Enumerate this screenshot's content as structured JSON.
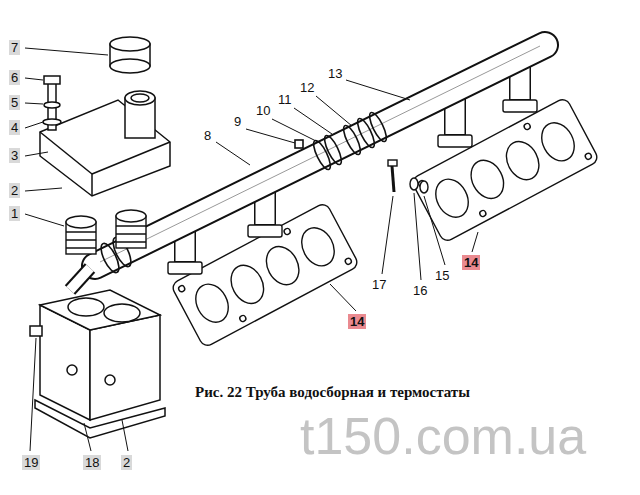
{
  "diagram": {
    "caption": "Рис. 22 Труба водосборная и термостаты",
    "labels": [
      "7",
      "6",
      "5",
      "4",
      "3",
      "2",
      "1",
      "13",
      "12",
      "11",
      "10",
      "9",
      "8",
      "17",
      "16",
      "15",
      "14",
      "14",
      "19",
      "18",
      "2",
      "t150.com.ua"
    ]
  }
}
